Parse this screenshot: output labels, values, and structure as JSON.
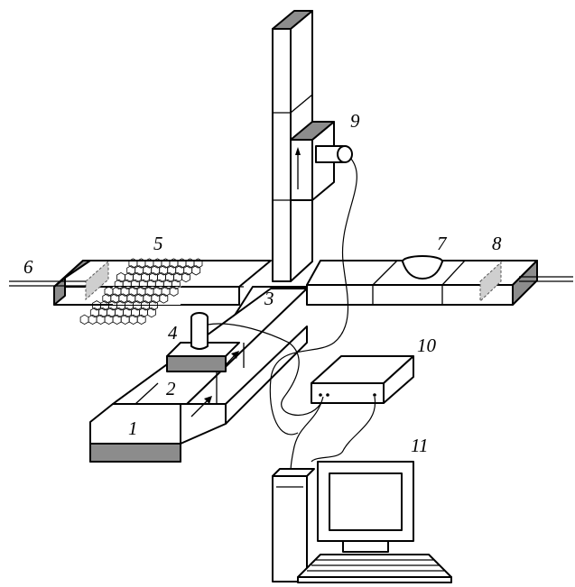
{
  "labels": {
    "n1": "1",
    "n2": "2",
    "n3": "3",
    "n4": "4",
    "n5": "5",
    "n6": "6",
    "n7": "7",
    "n8": "8",
    "n9": "9",
    "n10": "10",
    "n11": "11"
  },
  "colors": {
    "line": "#000000",
    "shade": "#8c8c8c",
    "background": "#ffffff"
  }
}
